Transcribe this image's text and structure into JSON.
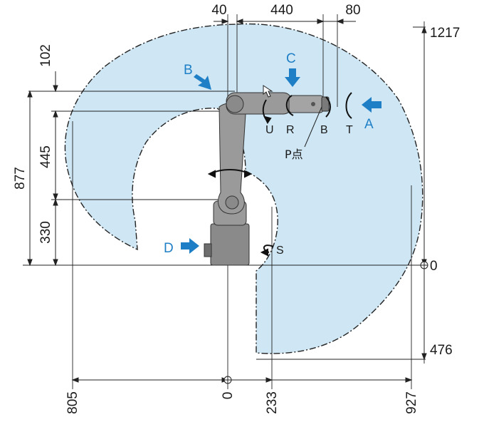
{
  "dimensions": {
    "top": [
      "40",
      "440",
      "80"
    ],
    "left": [
      "102",
      "445",
      "877",
      "330"
    ],
    "right": [
      "1217",
      "0",
      "476"
    ],
    "bottom": [
      "805",
      "0",
      "233",
      "927"
    ]
  },
  "callouts": {
    "a": "A",
    "b": "B",
    "c": "C",
    "d": "D"
  },
  "axes": {
    "u": "U",
    "r": "R",
    "b": "B",
    "t": "T",
    "s": "S"
  },
  "p_point": "P点",
  "colors": {
    "envelope_fill": "#cfe7f4",
    "callout": "#1f7fc6",
    "robot_body": "#8a8a8a",
    "line": "#222222"
  },
  "icons": {
    "pointer": "hand-cursor-icon",
    "arrow": "blue-arrow-icon",
    "origin": "circle-crosshair-icon"
  }
}
